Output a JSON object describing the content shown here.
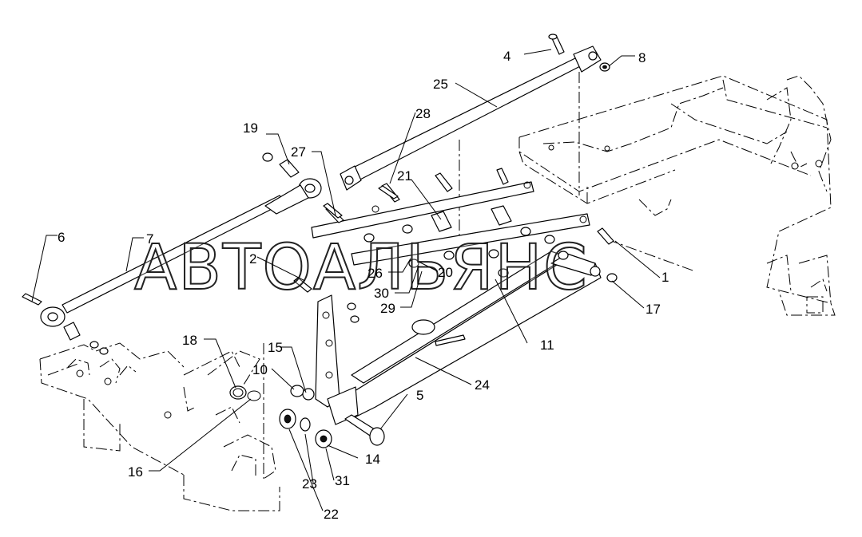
{
  "watermark": "АВТОАЛЬЯНС",
  "callouts": {
    "c1": "1",
    "c2": "2",
    "c4": "4",
    "c5": "5",
    "c6": "6",
    "c7": "7",
    "c8": "8",
    "c10": "10",
    "c11": "11",
    "c14": "14",
    "c15": "15",
    "c16": "16",
    "c17": "17",
    "c18": "18",
    "c19": "19",
    "c20": "20",
    "c21": "21",
    "c22": "22",
    "c23": "23",
    "c24": "24",
    "c25": "25",
    "c26": "26",
    "c27": "27",
    "c28": "28",
    "c29": "29",
    "c30": "30",
    "c31": "31"
  }
}
